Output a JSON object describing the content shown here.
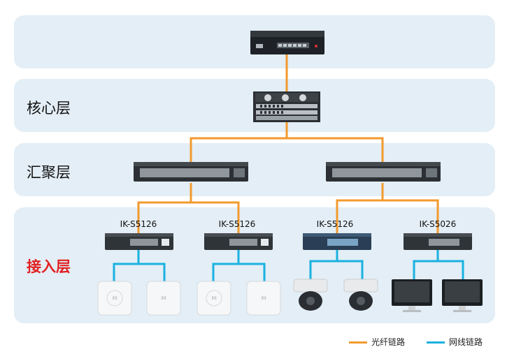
{
  "layers": {
    "core_label": "核心层",
    "aggregation_label": "汇聚层",
    "access_label": "接入层"
  },
  "access_switches": [
    {
      "model": "IK-S5126"
    },
    {
      "model": "IK-S5126"
    },
    {
      "model": "IK-S5126"
    },
    {
      "model": "IK-S5026"
    }
  ],
  "ap_logo_text": "ilit",
  "legend": {
    "fiber": {
      "label": "光纤链路",
      "color": "#f39a2e"
    },
    "ethernet": {
      "label": "网线链路",
      "color": "#1ab1e0"
    }
  },
  "colors": {
    "layer_bg": "#e3eef6",
    "access_label": "#e02020"
  }
}
